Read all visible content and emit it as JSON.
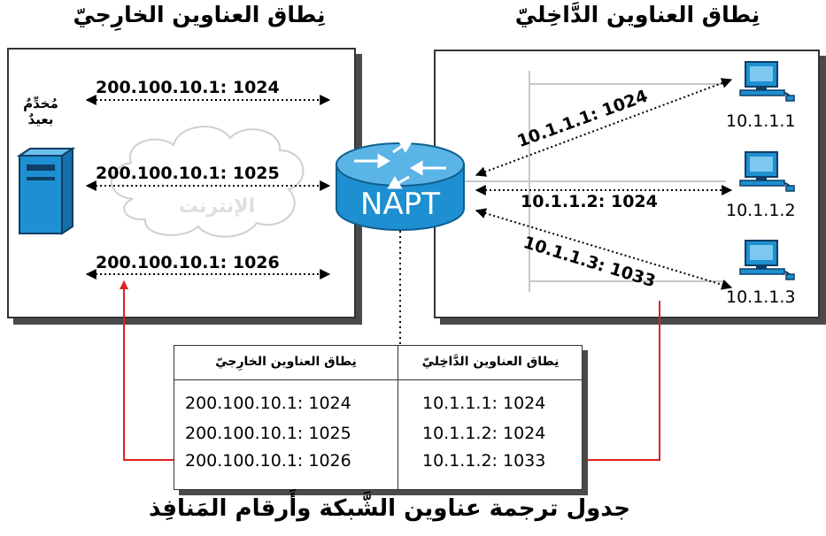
{
  "titles": {
    "outside": "نِطاق العناوين الخارِجيّ",
    "inside": "نِطاق العناوين الدَّاخِليّ",
    "table_caption": "جدول ترجمة عناوين الشَّبكة وأَرقام المَنافِذ"
  },
  "outside": {
    "server_label_line1": "مُخدِّمٌ",
    "server_label_line2": "بعيدٌ",
    "cloud_label": "الإنترنت",
    "connections": [
      "200.100.10.1: 1024",
      "200.100.10.1: 1025",
      "200.100.10.1: 1026"
    ]
  },
  "router": {
    "label": "NAPT",
    "color": "#1e8fd0"
  },
  "inside": {
    "connections": [
      "10.1.1.1: 1024",
      "10.1.1.2: 1024",
      "10.1.1.3: 1033"
    ],
    "hosts": [
      "10.1.1.1",
      "10.1.1.2",
      "10.1.1.3"
    ]
  },
  "table": {
    "header_outside": "نِطاق العناوين الخارِجيّ",
    "header_inside": "نِطاق العناوين الدَّاخِليّ",
    "rows": [
      {
        "outside": "200.100.10.1: 1024",
        "inside": "10.1.1.1: 1024"
      },
      {
        "outside": "200.100.10.1: 1025",
        "inside": "10.1.1.2: 1024"
      },
      {
        "outside": "200.100.10.1: 1026",
        "inside": "10.1.1.2: 1033"
      }
    ]
  },
  "colors": {
    "arrow_red": "#e02020",
    "device_blue": "#1e8fd0"
  }
}
